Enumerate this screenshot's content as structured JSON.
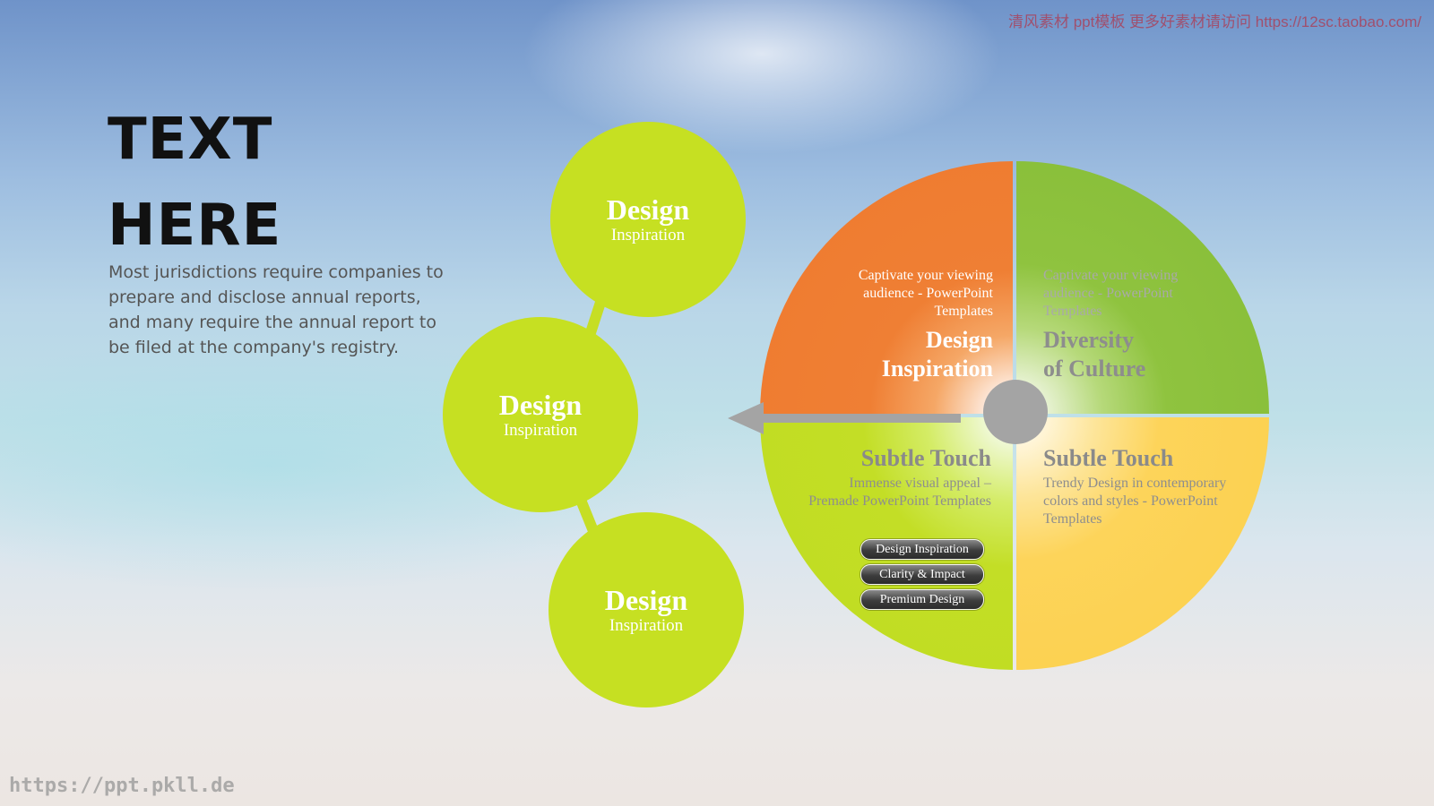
{
  "watermark_top": "清风素材 ppt模板 更多好素材请访问 https://12sc.taobao.com/",
  "watermark_bottom": "https://ppt.pkll.de",
  "headline": {
    "line1": "TEXT",
    "line2": "HERE"
  },
  "body_text": "Most jurisdictions require companies to prepare and disclose annual reports, and many require the annual report to be filed at the company's registry.",
  "bubbles": [
    {
      "title": "Design",
      "subtitle": "Inspiration"
    },
    {
      "title": "Design",
      "subtitle": "Inspiration"
    },
    {
      "title": "Design",
      "subtitle": "Inspiration"
    }
  ],
  "colors": {
    "bubble": "#c6e022",
    "orange": "#ef7a2e",
    "green": "#85bc36",
    "lime": "#bfdc20",
    "yellow": "#fbcf4a",
    "hub": "#a4a4a4"
  },
  "quadrants": {
    "top_left": {
      "small": "Captivate your viewing audience - PowerPoint Templates",
      "title_line1": "Design",
      "title_line2": "Inspiration"
    },
    "top_right": {
      "small": "Captivate your viewing audience - PowerPoint Templates",
      "title_line1": "Diversity",
      "title_line2": "of Culture"
    },
    "bottom_left": {
      "title": "Subtle Touch",
      "small": "Immense visual appeal – Premade PowerPoint Templates",
      "pills": [
        "Design Inspiration",
        "Clarity & Impact",
        "Premium Design"
      ]
    },
    "bottom_right": {
      "title": "Subtle Touch",
      "small": "Trendy Design in contemporary colors and styles - PowerPoint Templates"
    }
  }
}
